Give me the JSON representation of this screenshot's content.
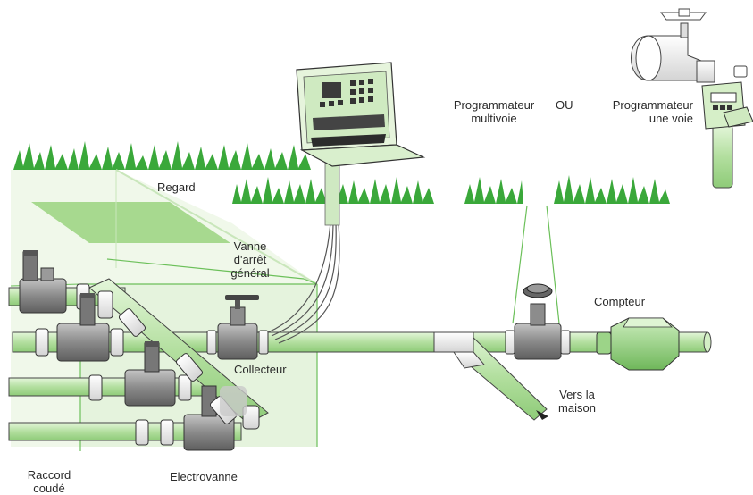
{
  "labels": {
    "regard": "Regard",
    "vanne_l1": "Vanne",
    "vanne_l2": "d'arrêt",
    "vanne_l3": "général",
    "prog_multi_l1": "Programmateur",
    "prog_multi_l2": "multivoie",
    "ou": "OU",
    "prog_une_l1": "Programmateur",
    "prog_une_l2": "une voie",
    "compteur": "Compteur",
    "collecteur": "Collecteur",
    "vers_l1": "Vers la",
    "vers_l2": "maison",
    "raccord_l1": "Raccord",
    "raccord_l2": "coudé",
    "electrovanne": "Electrovanne"
  },
  "colors": {
    "grass": "#3aa83a",
    "pipe_green": "#b9e4a8",
    "pipe_stroke": "#444444",
    "valve_gray": "#8c8c8c",
    "regard_fill": "#e3f1dc",
    "regard_top": "#b9e0a5",
    "wire": "#555555"
  }
}
